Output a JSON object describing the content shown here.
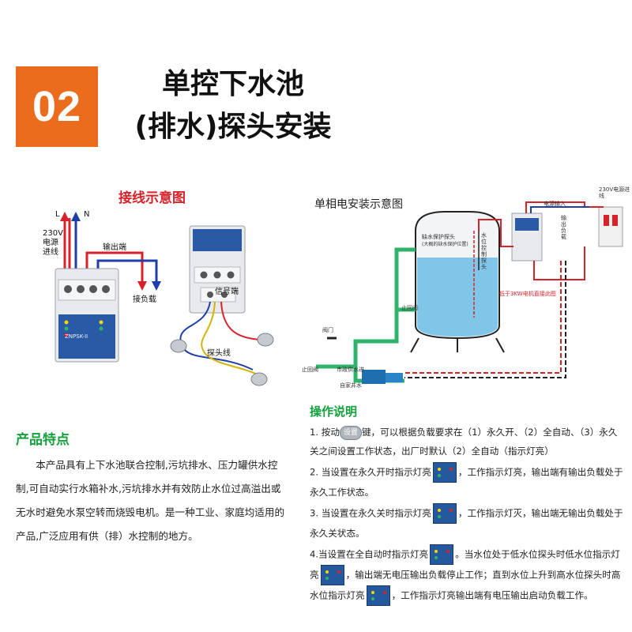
{
  "header": {
    "number": "02",
    "title_line1": "单控下水池",
    "title_line2": "(排水)探头安装"
  },
  "wiring": {
    "caption": "接线示意图",
    "label_L": "L",
    "label_N": "N",
    "power_label": "230V\n电源\n进线",
    "output_label": "输出端",
    "load_label": "接负载",
    "signal_label": "信号端",
    "probe_label": "探头线",
    "model_label": "ZNPSK-II"
  },
  "install": {
    "caption": "单相电安装示意图",
    "tank_label": "缺水保护探头",
    "tank_sub": "(大概的缺水保护位置)",
    "probe_label": "水位控制探头",
    "power_in": "电源输入",
    "power_line": "230V电源进线",
    "output_label": "输出负载",
    "motor_note": "低于3KW电机直接此图",
    "stop_valve": "止回阀",
    "valve": "阀门",
    "stop_valve2": "止回阀",
    "city_water": "市政供水进",
    "self_water": "自家井水"
  },
  "features": {
    "title": "产品特点",
    "text": "本产品具有上下水池联合控制,污坑排水、压力罐供水控制,可自动实行水箱补水,污坑排水并有效防止水位过高溢出或无水时避免水泵空转而烧毁电机。是一种工业、家庭均适用的产品,广泛应用有供（排）水控制的地方。"
  },
  "operations": {
    "title": "操作说明",
    "item1_a": "1. 按动",
    "set_label": "设置",
    "item1_b": "键，可以根据负载要求在（1）永久开、（2）全自动、（3）永久关之间设置工作状态，出厂时默认（2）全自动（指示灯亮）",
    "item2_a": "2. 当设置在永久开时指示灯亮",
    "item2_b": "，工作指示灯亮，输出端有输出负载处于永久工作状态。",
    "item3_a": "3. 当设置在永久关时指示灯亮",
    "item3_b": "，工作指示灯灭，输出端无输出负载处于永久关状态。",
    "item4_a": "4.当设置在全自动时指示灯亮",
    "item4_b": "。当水位处于低水位探头时低水位指示灯亮",
    "item4_c": "，输出端无电压输出负载停止工作；直到水位上升到高水位探头时高水位指示灯亮",
    "item4_d": "，工作指示灯亮输出端有电压输出启动负载工作。"
  },
  "colors": {
    "badge": "#ec6c1e",
    "green_title": "#14a03c",
    "red_caption": "#d8222a",
    "live_wire": "#d8222a",
    "neutral_wire": "#1f3fa8",
    "water": "#7fc6e8",
    "pipe": "#2fb36a"
  }
}
